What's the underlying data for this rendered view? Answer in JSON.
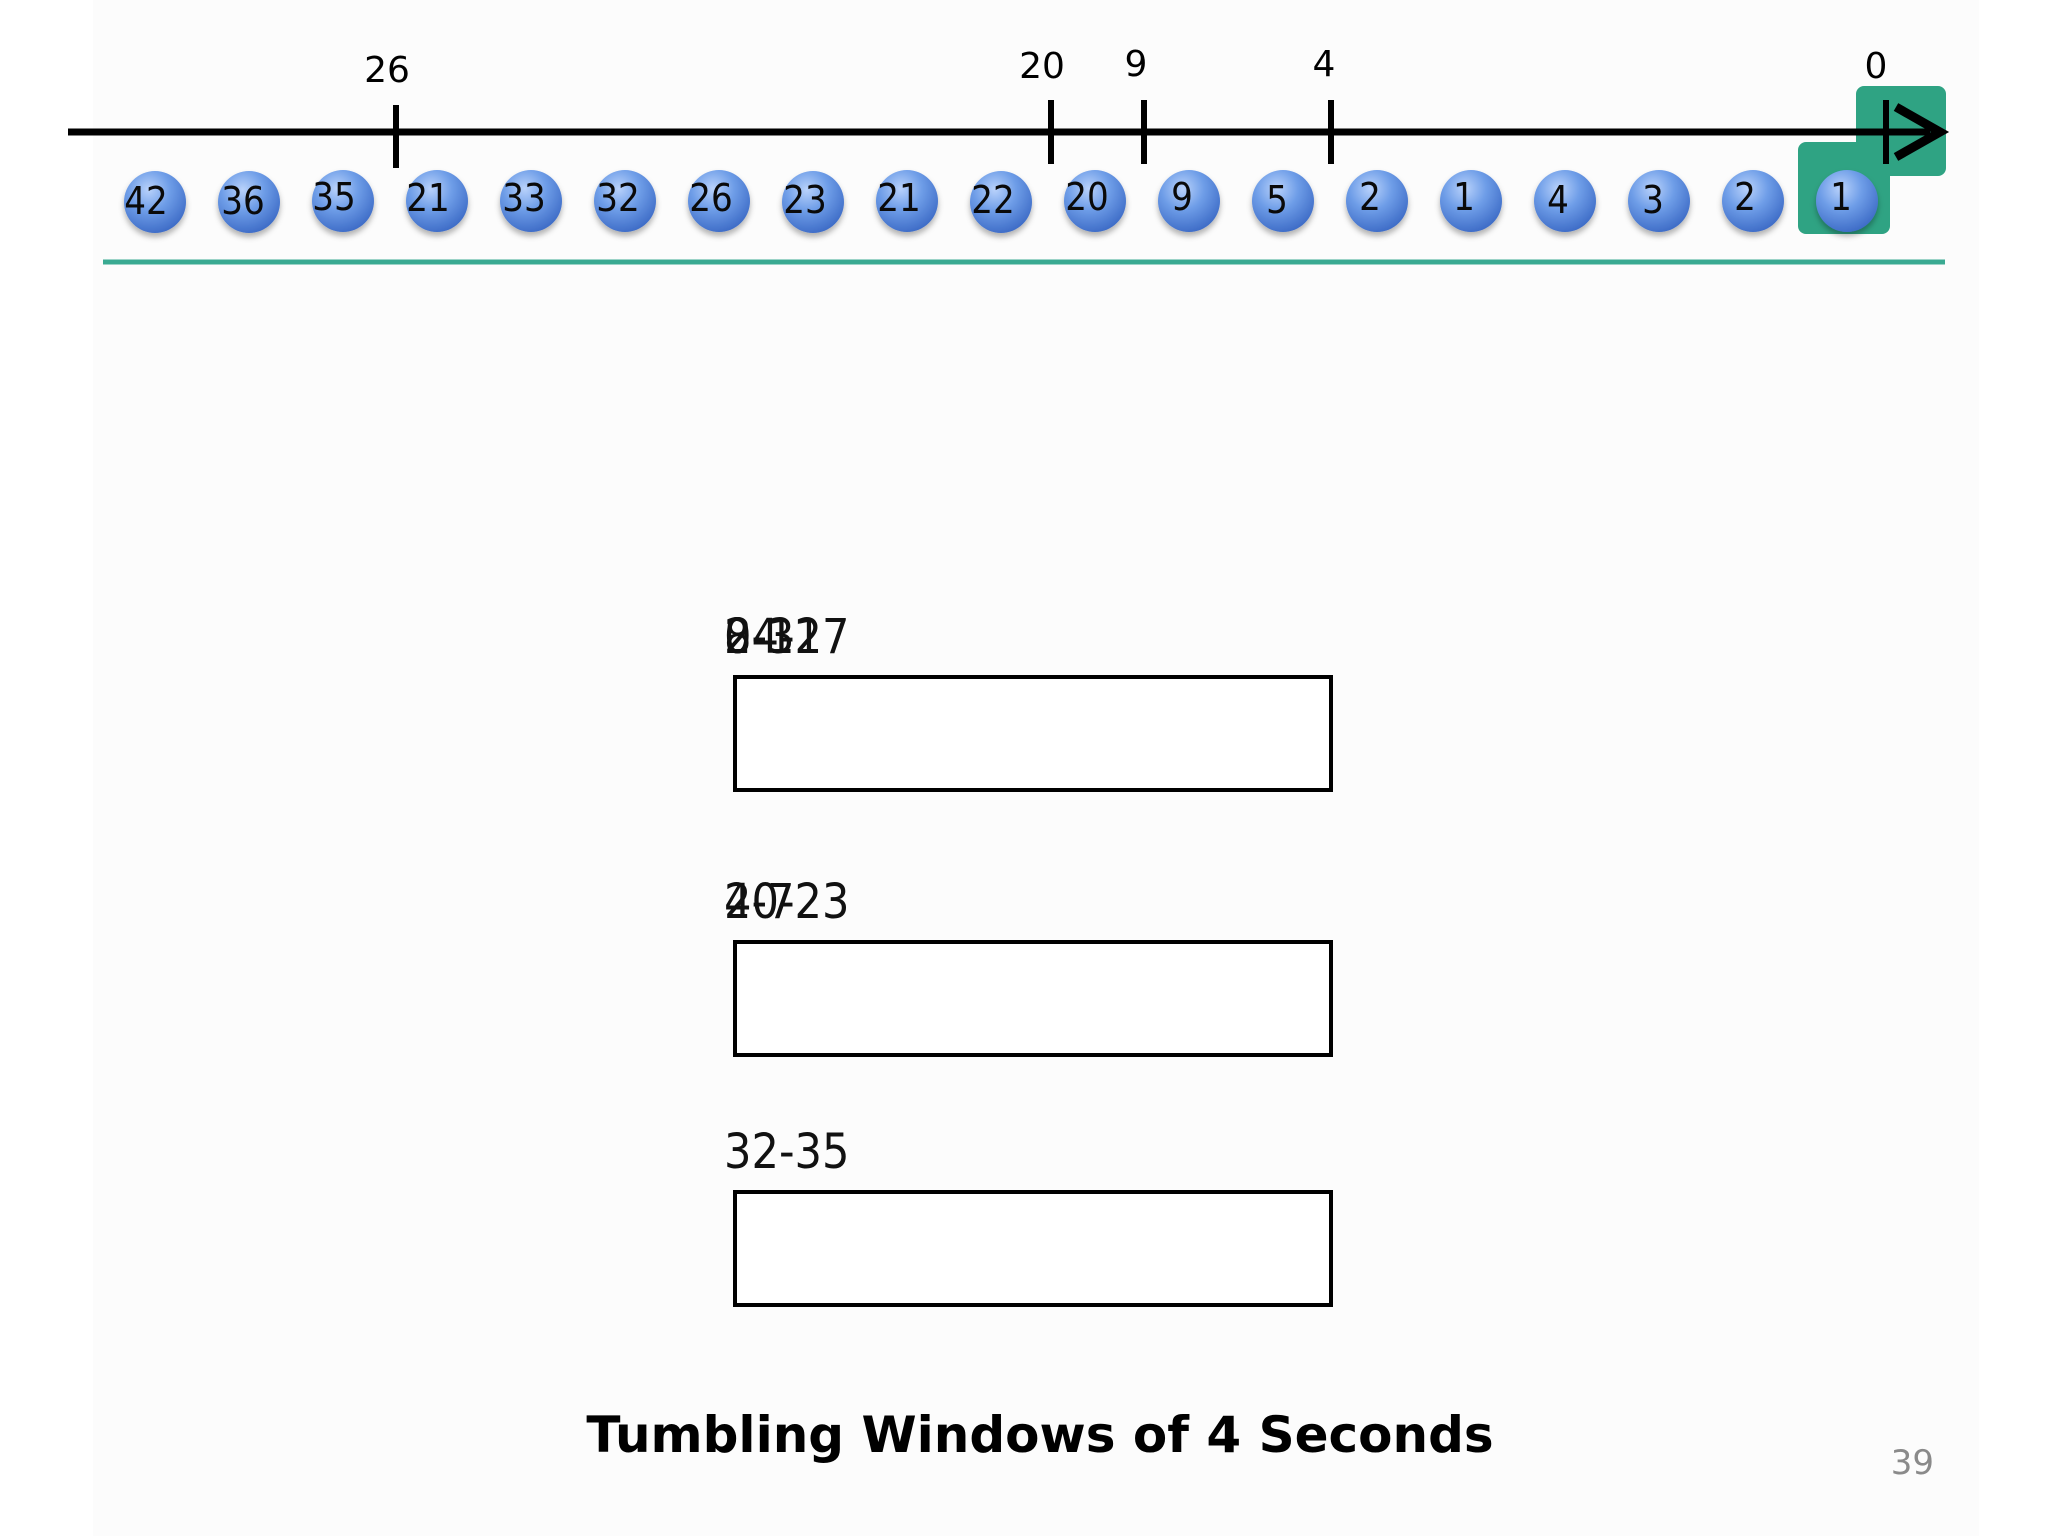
{
  "timeline": {
    "tick_labels": [
      "26",
      "20",
      "9",
      "4",
      "0"
    ],
    "events": [
      "42",
      "36",
      "35",
      "21",
      "33",
      "32",
      "26",
      "23",
      "21",
      "22",
      "20",
      "9",
      "5",
      "2",
      "1",
      "4",
      "3",
      "2",
      "1"
    ],
    "colors": {
      "event_fill": "#5b8ee0",
      "highlight": "#2fa383",
      "baseline": "#3aaa92"
    }
  },
  "windows": [
    {
      "overlapping_labels": [
        "0-3",
        "24-27",
        "8-11"
      ]
    },
    {
      "overlapping_labels": [
        "4-7",
        "20-23"
      ]
    },
    {
      "overlapping_labels": [
        "32-35"
      ]
    }
  ],
  "title": "Tumbling Windows of 4 Seconds",
  "page_number": "39"
}
